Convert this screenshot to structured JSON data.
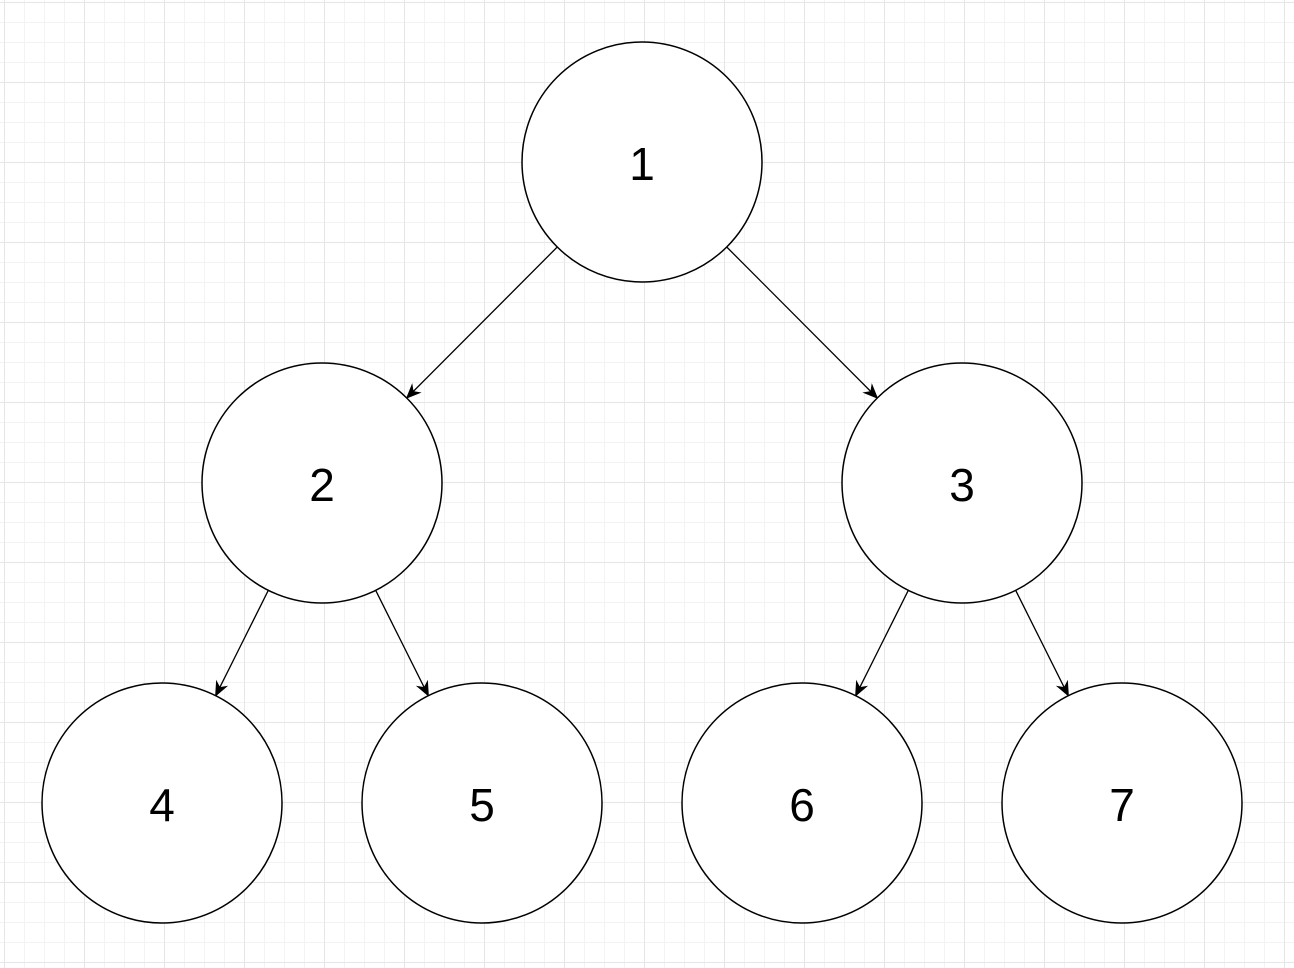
{
  "diagram": {
    "type": "binary-tree",
    "nodes": [
      {
        "id": "n1",
        "label": "1"
      },
      {
        "id": "n2",
        "label": "2"
      },
      {
        "id": "n3",
        "label": "3"
      },
      {
        "id": "n4",
        "label": "4"
      },
      {
        "id": "n5",
        "label": "5"
      },
      {
        "id": "n6",
        "label": "6"
      },
      {
        "id": "n7",
        "label": "7"
      }
    ],
    "edges": [
      {
        "from": "n1",
        "to": "n2"
      },
      {
        "from": "n1",
        "to": "n3"
      },
      {
        "from": "n2",
        "to": "n4"
      },
      {
        "from": "n2",
        "to": "n5"
      },
      {
        "from": "n3",
        "to": "n6"
      },
      {
        "from": "n3",
        "to": "n7"
      }
    ],
    "colors": {
      "stroke": "#000000",
      "node_fill": "#ffffff",
      "grid": "#e6e6e6",
      "background": "#ffffff"
    }
  }
}
